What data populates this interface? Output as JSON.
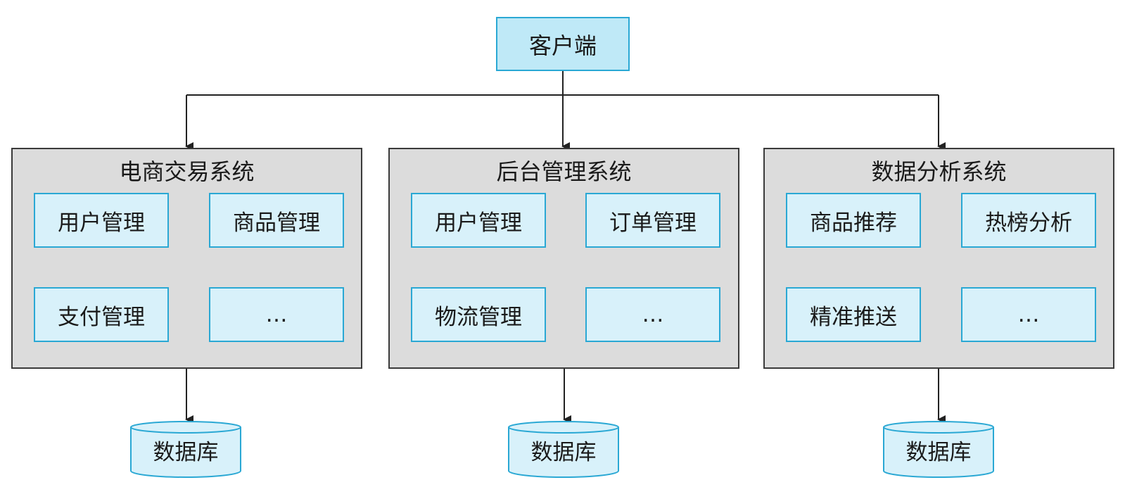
{
  "client": {
    "label": "客户端"
  },
  "systems": [
    {
      "title": "电商交易系统",
      "modules": [
        "用户管理",
        "商品管理",
        "支付管理",
        "…"
      ],
      "database": "数据库"
    },
    {
      "title": "后台管理系统",
      "modules": [
        "用户管理",
        "订单管理",
        "物流管理",
        "…"
      ],
      "database": "数据库"
    },
    {
      "title": "数据分析系统",
      "modules": [
        "商品推荐",
        "热榜分析",
        "精准推送",
        "…"
      ],
      "database": "数据库"
    }
  ],
  "colors": {
    "client_fill": "#bfe9f7",
    "module_fill": "#d8f1fa",
    "box_border": "#2aa8d4",
    "system_fill": "#dcdcdc",
    "system_border": "#3a3a3a",
    "connector": "#222222"
  }
}
